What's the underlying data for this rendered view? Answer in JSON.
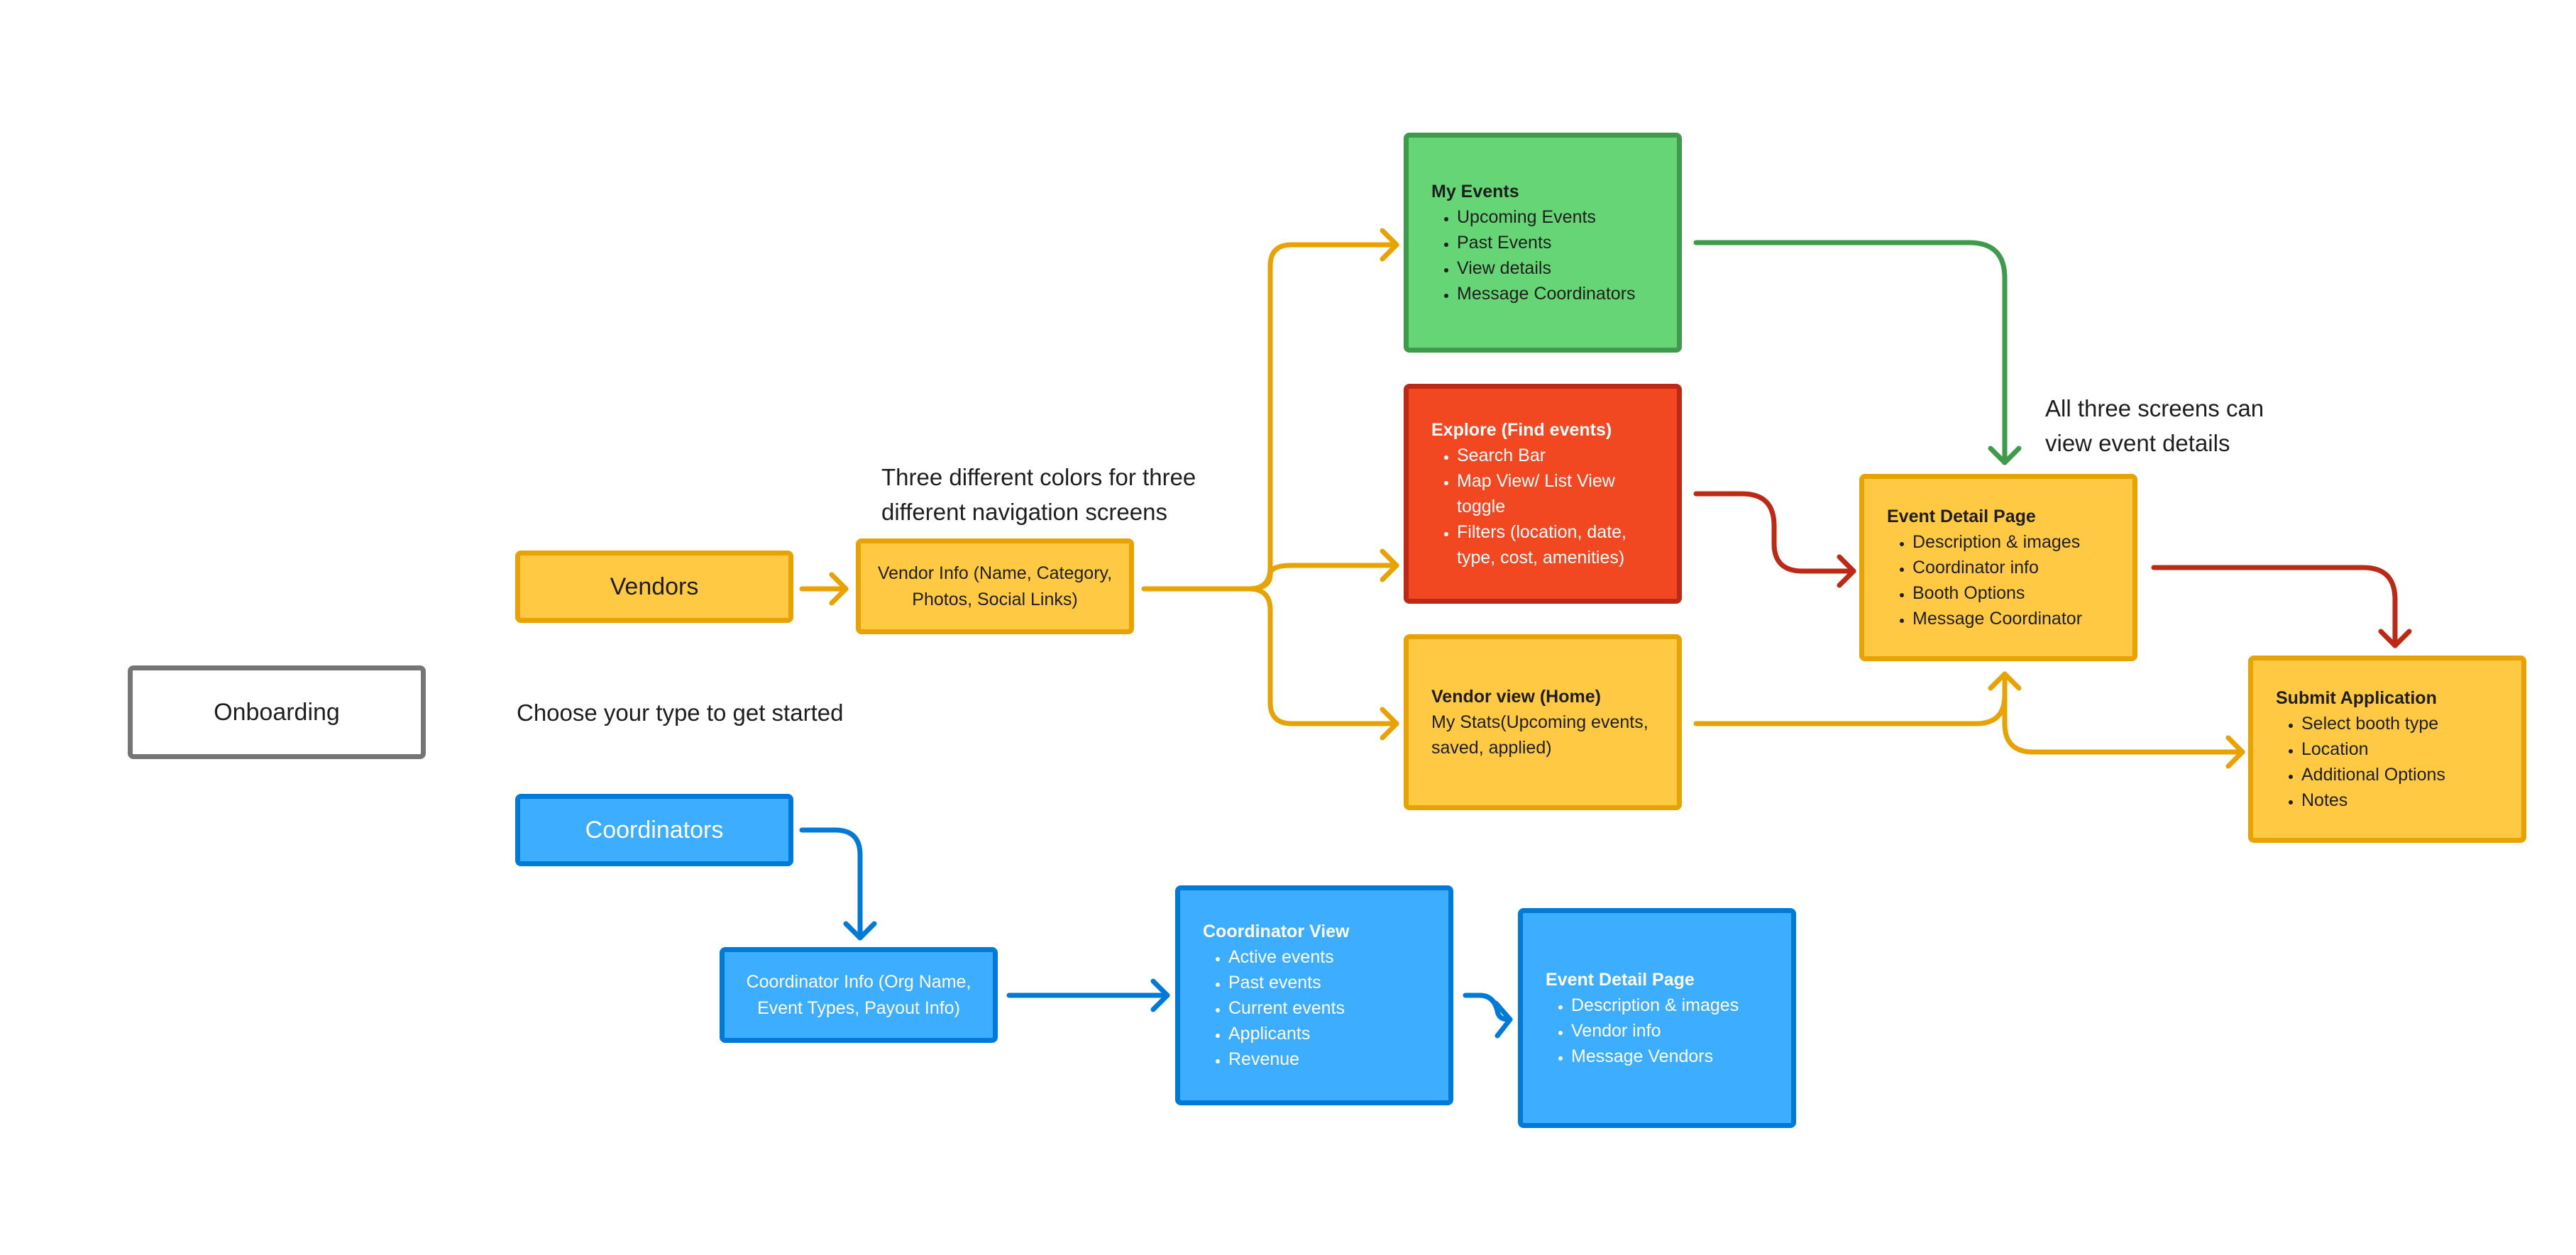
{
  "colors": {
    "yellow": "#ffc943",
    "yellow_border": "#e8a302",
    "green": "#66d575",
    "green_border": "#3e9b4b",
    "red": "#f24822",
    "red_border": "#bd2915",
    "blue": "#3dadff",
    "blue_border": "#007ad9",
    "neutral_border": "#757575"
  },
  "notes": {
    "choose_type": "Choose your type to get started",
    "three_colors_line1": "Three different colors for three",
    "three_colors_line2": "different navigation screens",
    "all_three_line1": "All three screens can",
    "all_three_line2": "view event details"
  },
  "nodes": {
    "onboarding": {
      "label": "Onboarding"
    },
    "vendors": {
      "label": "Vendors"
    },
    "coordinators": {
      "label": "Coordinators"
    },
    "vendor_info": {
      "line1": "Vendor Info (Name, Category,",
      "line2": "Photos, Social Links)"
    },
    "coordinator_info": {
      "line1": "Coordinator Info (Org Name,",
      "line2": "Event Types, Payout Info)"
    },
    "my_events": {
      "title": "My Events",
      "items": [
        "Upcoming Events",
        "Past Events",
        "View details",
        "Message Coordinators"
      ]
    },
    "explore": {
      "title": "Explore (Find events)",
      "items": [
        "Search Bar",
        "Map View/ List View toggle",
        "Filters (location, date, type, cost, amenities)"
      ]
    },
    "vendor_view": {
      "title": "Vendor view (Home)",
      "text": "My Stats(Upcoming events, saved, applied)"
    },
    "event_detail_vendor": {
      "title": "Event Detail Page",
      "items": [
        "Description & images",
        "Coordinator info",
        "Booth Options",
        "Message Coordinator"
      ]
    },
    "submit_application": {
      "title": "Submit Application",
      "items": [
        "Select booth type",
        "Location",
        "Additional Options",
        "Notes"
      ]
    },
    "coordinator_view": {
      "title": "Coordinator View",
      "items": [
        "Active events",
        "Past events",
        "Current events",
        "Applicants",
        "Revenue"
      ]
    },
    "event_detail_coordinator": {
      "title": "Event Detail Page",
      "items": [
        "Description & images",
        "Vendor info",
        "Message Vendors"
      ]
    }
  }
}
